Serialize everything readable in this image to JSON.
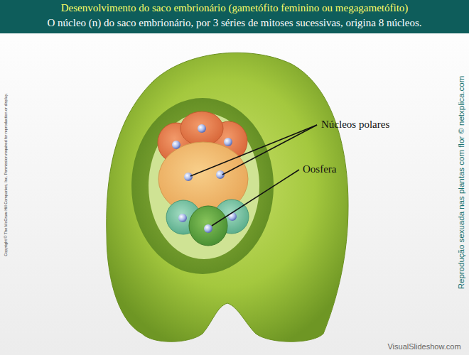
{
  "diagram": {
    "title": "Desenvolvimento do saco embrionário (gametófito feminino ou megagametófito)",
    "labels": [
      "O núcleo (n) do saco embrionário, por 3 séries de mitoses sucessivas, origina 8 núcleos.",
      "Núcleos polares",
      "Oosfera",
      "Copyright © The McGraw-Hill Companies, Inc. Permission required for reproduction or display.",
      "Reprodução sexuada nas plantas com flor © netxplica.com",
      "VisualSlideshow.com"
    ]
  }
}
